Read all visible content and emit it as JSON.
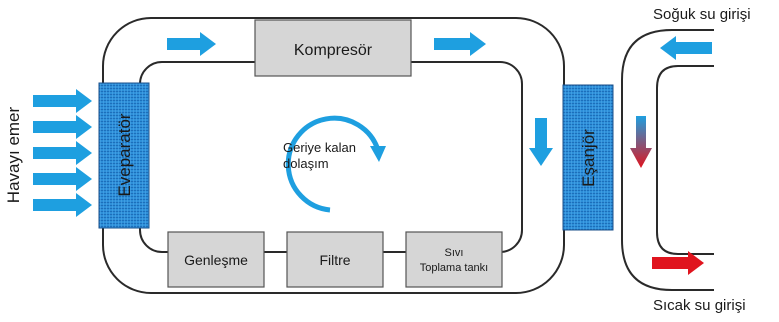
{
  "labels": {
    "compressor": "Kompresör",
    "evaporator": "Eveparatör",
    "air_intake": "Havayı emer",
    "exchanger": "Eşanjör",
    "cold_water_inlet": "Soğuk su girişi",
    "hot_water_inlet": "Sıcak su girişi",
    "expansion": "Genleşme",
    "filter": "Filtre",
    "liquid_tank_line1": "Sıvı",
    "liquid_tank_line2": "Toplama tankı",
    "remaining_cycle_line1": "Geriye kalan",
    "remaining_cycle_line2": "dolaşım"
  },
  "colors": {
    "flow_arrow": "#1e9fe0",
    "hot_arrow": "#e0141e",
    "component_fill": "#d6d6d6",
    "exchanger_fill": "#2d8ed8",
    "pipe": "#2a2a2a"
  }
}
